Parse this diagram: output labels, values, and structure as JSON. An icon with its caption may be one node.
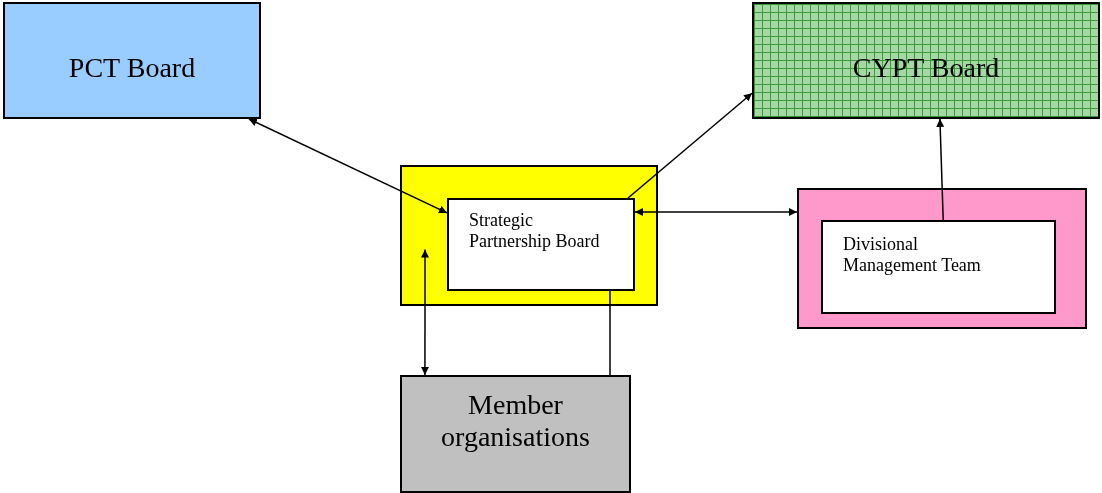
{
  "diagram": {
    "nodes": [
      {
        "text": [
          "PCT Board"
        ]
      },
      {
        "text": [
          "CYPT Board"
        ]
      },
      {
        "text": [],
        "shape": "box"
      },
      {
        "text": [
          "Strategic Partnership Board"
        ],
        "in": 2
      },
      {
        "text": [],
        "shape": "box"
      },
      {
        "text": [
          "Divisional Management Team"
        ],
        "in": 4
      },
      {
        "text": [
          "Member organisations"
        ]
      }
    ],
    "edges": [
      {
        "from": 0,
        "to": 3,
        "arrow": "both"
      },
      {
        "from": 3,
        "to": 1,
        "arrow": "to"
      },
      {
        "from": 3,
        "to": 4,
        "arrow": "both"
      },
      {
        "from": 5,
        "to": 1,
        "arrow": "to"
      },
      {
        "from": 2,
        "to": 6,
        "arrow": "both"
      },
      {
        "from": 3,
        "to": 6,
        "arrow": "none"
      }
    ]
  }
}
